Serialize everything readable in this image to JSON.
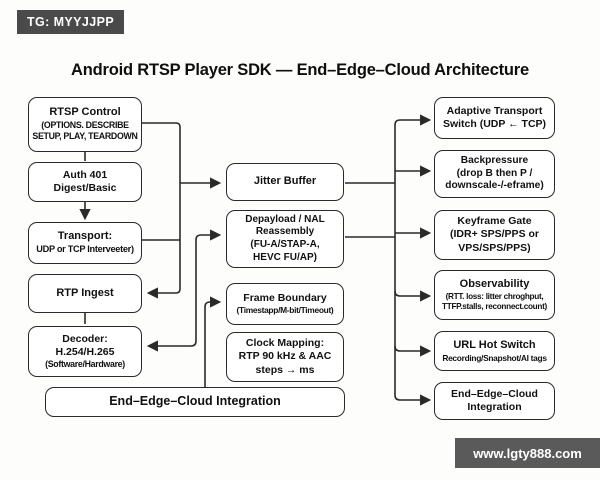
{
  "badge": {
    "label": "TG: MYYJJPP"
  },
  "title": "Android RTSP Player SDK — End–Edge–Cloud Architecture",
  "watermark": {
    "label": "www.lgty888.com"
  },
  "colors": {
    "background": "#fdfdfb",
    "box_border": "#2a2a2a",
    "badge_bg": "#4a4a4a",
    "watermark_bg": "#5a5a5a",
    "text": "#101010"
  },
  "nodes": {
    "rtsp_control": {
      "title": "RTSP Control",
      "subtitle": "(OPTIONS. DESCRIBE\nSETUP, PLAY, TEARDOWN"
    },
    "auth": {
      "title": "Auth 401\nDigest/Basic"
    },
    "transport": {
      "title": "Transport:",
      "subtitle": "UDP or TCP Interveeter)"
    },
    "rtp_ingest": {
      "title": "RTP Ingest"
    },
    "decoder": {
      "title": "Decoder:\nH.254/H.265",
      "subtitle": "(Software/Hardware)"
    },
    "jitter_buffer": {
      "title": "Jitter Buffer"
    },
    "depayload": {
      "title": "Depayload / NAL\nReassembly\n(FU-A/STAP-A,\nHEVC FU/AP)"
    },
    "frame_boundary": {
      "title": "Frame Boundary",
      "subtitle": "(Timestapp/M-bit/Timeout)"
    },
    "clock_mapping": {
      "title": "Clock Mapping:\nRTP 90 kHz & AAC\nsteps → ms"
    },
    "integration_bar": {
      "title": "End–Edge–Cloud Integration"
    },
    "adaptive_switch": {
      "title": "Adaptive Transport\nSwitch (UDP ← TCP)"
    },
    "backpressure": {
      "title": "Backpressure\n(drop B then P /\ndownscale-/-eframe)"
    },
    "keyframe_gate": {
      "title": "Keyframe Gate\n(IDR+ SPS/PPS or\nVPS/SPS/PPS)"
    },
    "observability": {
      "title": "Observability",
      "subtitle": "(RTT. loss: litter chroghput,\nTTFP.stalls, reconnect.count)"
    },
    "url_hot_switch": {
      "title": "URL Hot Switch",
      "subtitle": "Recording/Snapshot/AI tags"
    },
    "end_edge_cloud": {
      "title": "End–Edge–Cloud\nIntegration"
    }
  }
}
